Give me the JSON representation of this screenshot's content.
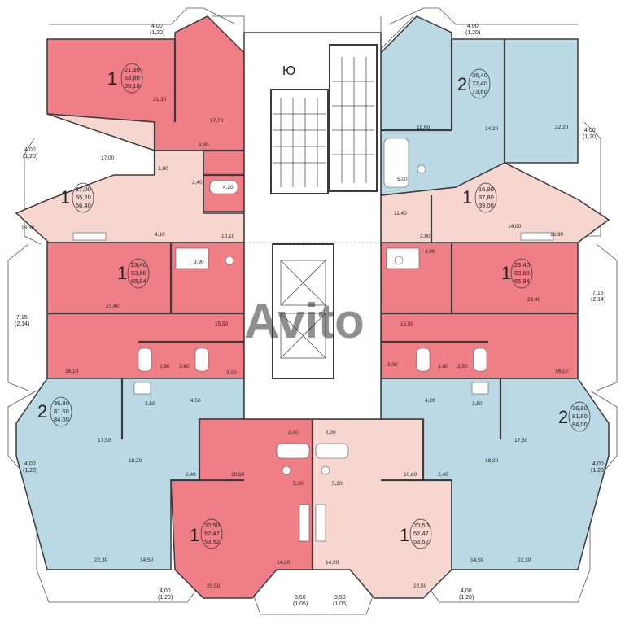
{
  "colors": {
    "red": "#f07e86",
    "pink": "#f7d6d0",
    "blue": "#bad9e4",
    "core": "#ffffff",
    "wall": "#3b3b3b",
    "watermark": "#cfcfcf"
  },
  "watermark": "Avito",
  "core": {
    "elevator_label": "Ю"
  },
  "apartments": [
    {
      "id": "nw-top",
      "rooms": "1",
      "living": "21,30",
      "total": "53,90",
      "with_balcony": "55,10"
    },
    {
      "id": "nw-mid",
      "rooms": "1",
      "living": "17,00",
      "total": "55,20",
      "with_balcony": "56,40"
    },
    {
      "id": "w-upper",
      "rooms": "1",
      "living": "23,40",
      "total": "63,80",
      "with_balcony": "65,94"
    },
    {
      "id": "sw",
      "rooms": "2",
      "living": "36,80",
      "total": "81,60",
      "with_balcony": "84,00"
    },
    {
      "id": "s-left",
      "rooms": "1",
      "living": "20,50",
      "total": "52,47",
      "with_balcony": "53,52"
    },
    {
      "id": "s-right",
      "rooms": "1",
      "living": "20,50",
      "total": "52,47",
      "with_balcony": "53,52"
    },
    {
      "id": "se",
      "rooms": "2",
      "living": "36,80",
      "total": "81,60",
      "with_balcony": "84,00"
    },
    {
      "id": "e-upper",
      "rooms": "1",
      "living": "23,40",
      "total": "63,80",
      "with_balcony": "65,94"
    },
    {
      "id": "ne-mid",
      "rooms": "1",
      "living": "16,90",
      "total": "37,80",
      "with_balcony": "39,00"
    },
    {
      "id": "ne-top",
      "rooms": "2",
      "living": "36,40",
      "total": "72,40",
      "with_balcony": "73,60"
    }
  ],
  "room_areas": {
    "nw_a": "21,30",
    "nw_b": "17,70",
    "nw_c": "8,30",
    "nw_d": "1,80",
    "nw_e": "2,40",
    "nw_f": "4,20",
    "nw_g": "17,00",
    "nw_h": "18,30",
    "nw_i": "4,10",
    "nw_j": "10,10",
    "nw_k": "3,90",
    "w_a": "23,40",
    "w_b": "15,50",
    "w_c": "16,10",
    "w_d": "2,50",
    "w_e": "3,60",
    "w_f": "3,00",
    "sw_a": "2,50",
    "sw_b": "4,50",
    "sw_c": "17,50",
    "sw_d": "18,20",
    "sw_e": "2,40",
    "sw_f": "22,30",
    "sw_g": "14,50",
    "sl_a": "2,00",
    "sl_b": "10,60",
    "sl_c": "5,20",
    "sl_d": "14,20",
    "sl_e": "20,50",
    "sr_a": "2,00",
    "sr_b": "10,60",
    "sr_c": "5,20",
    "sr_d": "14,20",
    "sr_e": "20,50",
    "se_a": "4,20",
    "se_b": "2,50",
    "se_c": "17,50",
    "se_d": "18,20",
    "se_e": "2,40",
    "se_f": "14,50",
    "se_g": "22,30",
    "e_a": "23,40",
    "e_b": "15,50",
    "e_c": "16,10",
    "e_d": "3,00",
    "e_e": "3,60",
    "e_f": "2,50",
    "ne_a": "19,60",
    "ne_b": "14,20",
    "ne_c": "22,20",
    "ne_d": "5,00",
    "ne_e": "11,40",
    "ne_f": "14,00",
    "ne_g": "16,90",
    "ne_h": "2,80",
    "ne_i": "4,00"
  },
  "balcony_dims": {
    "nw_top": [
      "4,00",
      "(1,20)"
    ],
    "nw_side": [
      "4,00",
      "(1,20)"
    ],
    "w_side": [
      "7,15",
      "(2,14)"
    ],
    "sw_side": [
      "4,00",
      "(1,20)"
    ],
    "s_left_bottom": [
      "4,00",
      "(1,20)"
    ],
    "s_center_left": [
      "3,50",
      "(1,05)"
    ],
    "s_center_right": [
      "3,50",
      "(1,05)"
    ],
    "s_right_bottom": [
      "4,00",
      "(1,20)"
    ],
    "se_side": [
      "4,00",
      "(1,20)"
    ],
    "e_side": [
      "7,15",
      "(2,14)"
    ],
    "ne_side": [
      "4,00",
      "(1,20)"
    ],
    "ne_top": [
      "4,00",
      "(1,20)"
    ]
  }
}
